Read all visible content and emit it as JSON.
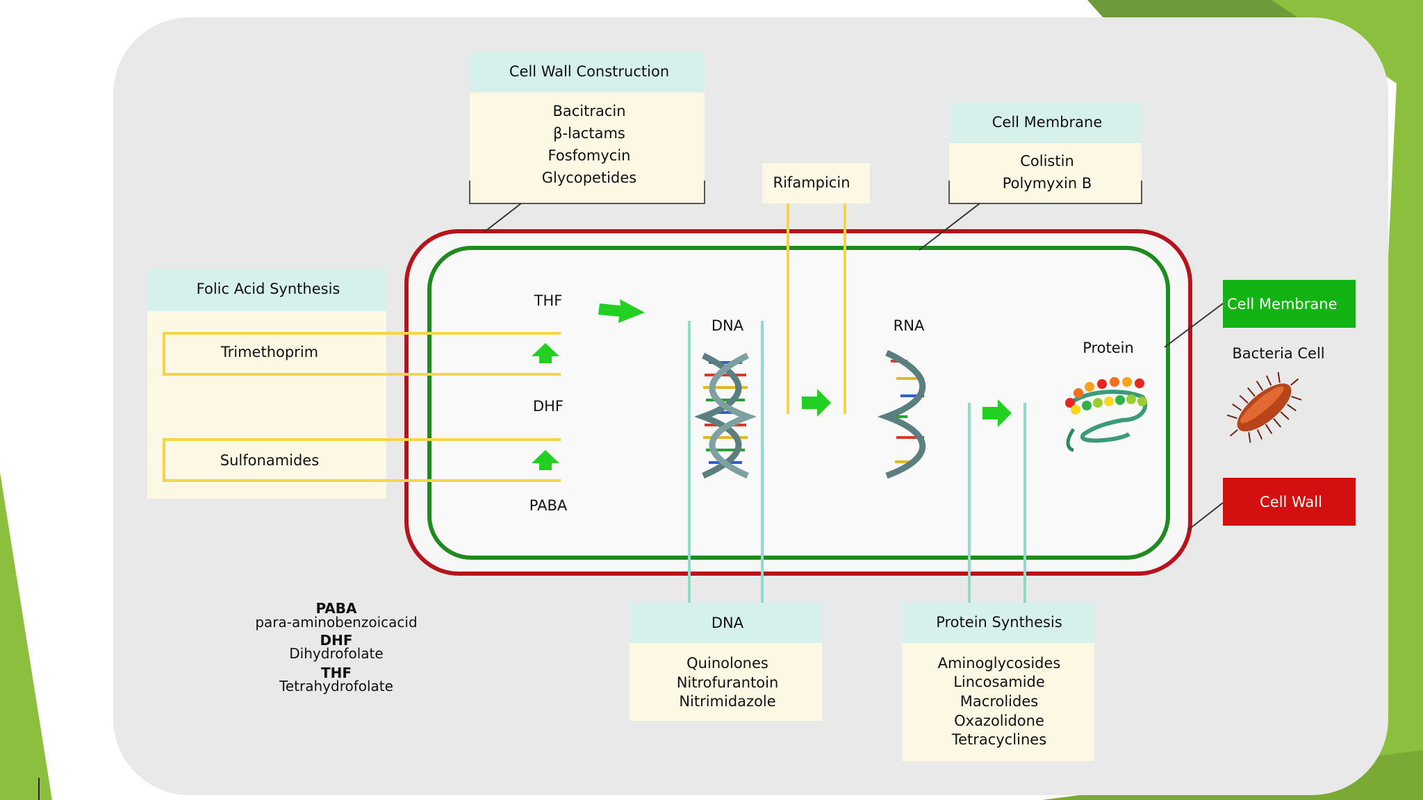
{
  "boxes": {
    "cell_wall_construction": {
      "title": "Cell Wall Construction",
      "items": [
        "Bacitracin",
        "β-lactams",
        "Fosfomycin",
        "Glycopetides"
      ]
    },
    "cell_membrane_top": {
      "title": "Cell Membrane",
      "items": [
        "Colistin",
        "Polymyxin B"
      ]
    },
    "rifampicin": {
      "title": "Rifampicin"
    },
    "folic_acid": {
      "title": "Folic Acid Synthesis",
      "items": [
        "Trimethoprim",
        "Sulfonamides"
      ]
    },
    "dna_box": {
      "title": "DNA",
      "items": [
        "Quinolones",
        "Nitrofurantoin",
        "Nitrimidazole"
      ]
    },
    "protein_synthesis": {
      "title": "Protein Synthesis",
      "items": [
        "Aminoglycosides",
        "Lincosamide",
        "Macrolides",
        "Oxazolidone",
        "Tetracyclines"
      ]
    }
  },
  "cell_labels": {
    "thf": "THF",
    "dhf": "DHF",
    "paba": "PABA",
    "dna": "DNA",
    "rna": "RNA",
    "protein": "Protein"
  },
  "legend": {
    "cell_membrane": "Cell Membrane",
    "bacteria_cell": "Bacteria Cell",
    "cell_wall": "Cell Wall"
  },
  "abbreviations": [
    {
      "abbr": "PABA",
      "full": "para-aminobenzoicacid"
    },
    {
      "abbr": "DHF",
      "full": "Dihydrofolate"
    },
    {
      "abbr": "THF",
      "full": "Tetrahydrofolate"
    }
  ],
  "colors": {
    "cell_wall": "#b5141c",
    "cell_membrane": "#1f8a1f",
    "arrow_green": "#22d022",
    "header_fill": "#d6f1ec",
    "body_fill": "#fcf8e4",
    "yellow_line": "#f5d548",
    "teal_line": "#8fdacb",
    "legend_green": "#13b313",
    "legend_red": "#d40f0f",
    "frame_green": "#8dbf3e"
  }
}
